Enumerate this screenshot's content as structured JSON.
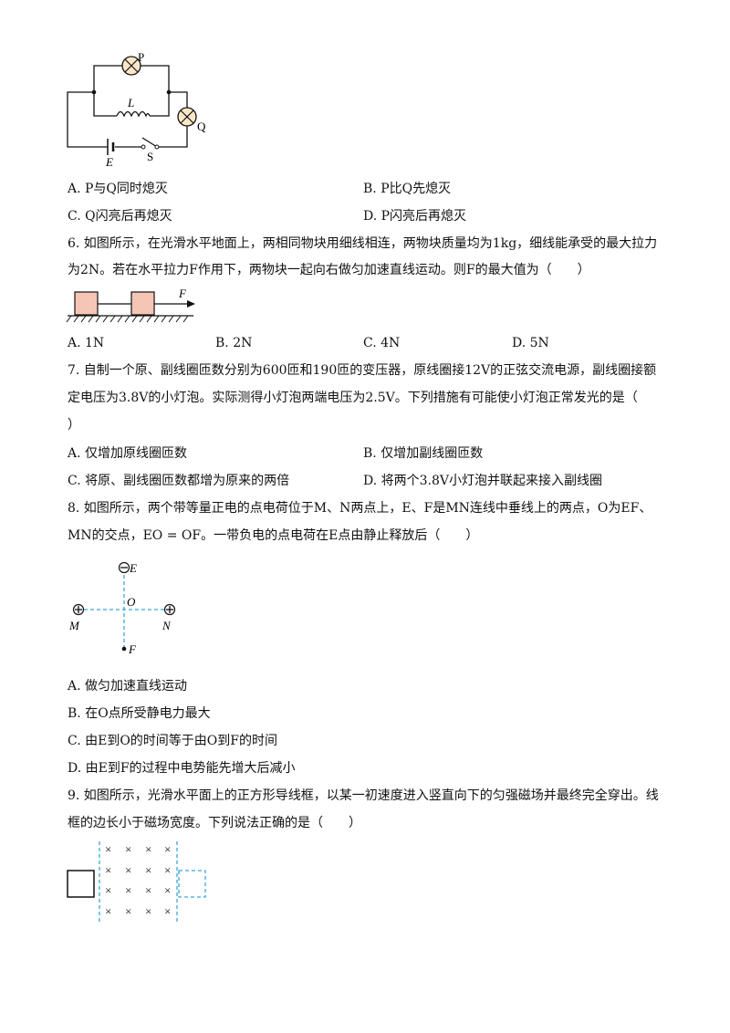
{
  "circuit": {
    "lamp_p": "P",
    "lamp_q": "Q",
    "inductor": "L",
    "battery": "E",
    "switch": "S"
  },
  "q5": {
    "options": [
      {
        "label": "A. P与Q同时熄灭"
      },
      {
        "label": "B. P比Q先熄灭"
      },
      {
        "label": "C. Q闪亮后再熄灭"
      },
      {
        "label": "D. P闪亮后再熄灭"
      }
    ]
  },
  "q6": {
    "line1": "6. 如图所示，在光滑水平地面上，两相同物块用细线相连，两物块质量均为1kg，细线能承受的最大拉力",
    "line2": "为2N。若在水平拉力F作用下，两物块一起向右做匀加速直线运动。则F的最大值为（　　）",
    "figure_label": "F",
    "options": [
      {
        "label": "A.  1N"
      },
      {
        "label": "B.  2N"
      },
      {
        "label": "C.  4N"
      },
      {
        "label": "D.  5N"
      }
    ]
  },
  "q7": {
    "line1": "7. 自制一个原、副线圈匝数分别为600匝和190匝的变压器，原线圈接12V的正弦交流电源，副线圈接额",
    "line2": "定电压为3.8V的小灯泡。实际测得小灯泡两端电压为2.5V。下列措施有可能使小灯泡正常发光的是（",
    "line3": "）",
    "options": [
      {
        "label": "A. 仅增加原线圈匝数"
      },
      {
        "label": "B. 仅增加副线圈匝数"
      },
      {
        "label": "C. 将原、副线圈匝数都增为原来的两倍"
      },
      {
        "label": "D. 将两个3.8V小灯泡并联起来接入副线圈"
      }
    ]
  },
  "q8": {
    "line1": "8. 如图所示，两个带等量正电的点电荷位于M、N两点上，E、F是MN连线中垂线上的两点，O为EF、",
    "line2": "MN的交点，EO = OF。一带负电的点电荷在E点由静止释放后（　　）",
    "figure": {
      "e": "E",
      "o": "O",
      "m": "M",
      "n": "N",
      "f": "F"
    },
    "options": [
      {
        "label": "A. 做匀加速直线运动"
      },
      {
        "label": "B. 在O点所受静电力最大"
      },
      {
        "label": "C. 由E到O的时间等于由O到F的时间"
      },
      {
        "label": "D. 由E到F的过程中电势能先增大后减小"
      }
    ]
  },
  "q9": {
    "line1": "9. 如图所示，光滑水平面上的正方形导线框，以某一初速度进入竖直向下的匀强磁场并最终完全穿出。线",
    "line2": "框的边长小于磁场宽度。下列说法正确的是（　　）"
  },
  "colors": {
    "dashed_blue": "#3aa6d8",
    "block_fill": "#f5c6b6",
    "ink": "#111111"
  }
}
